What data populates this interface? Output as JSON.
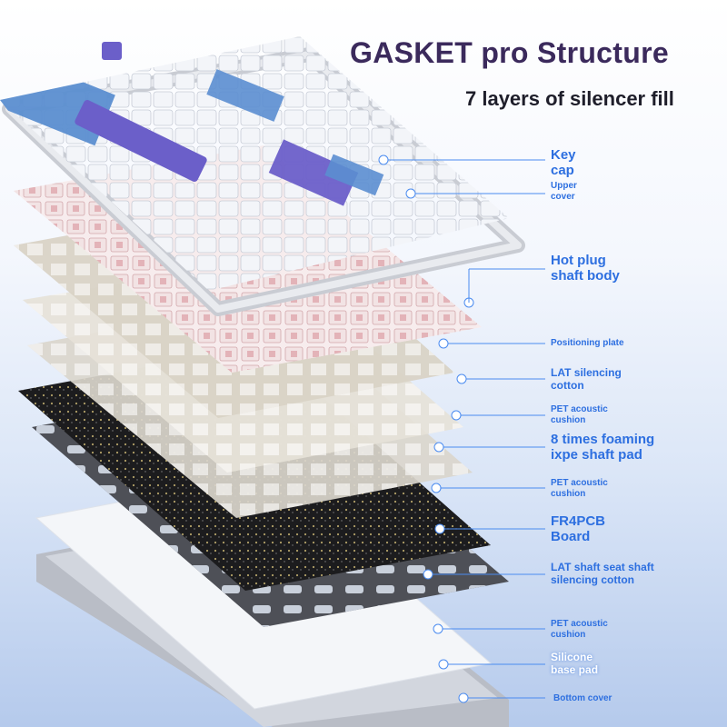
{
  "title": "GASKET pro Structure",
  "subtitle": "7 layers of silencer fill",
  "callouts": [
    {
      "line1": "Key",
      "line2": "cap"
    },
    {
      "line1": "Upper",
      "line2": "cover"
    },
    {
      "line1": "Hot plug",
      "line2": "shaft body"
    },
    {
      "line1": "Positioning plate",
      "line2": ""
    },
    {
      "line1": "LAT silencing",
      "line2": "cotton"
    },
    {
      "line1": "PET acoustic",
      "line2": "cushion"
    },
    {
      "line1": "8 times foaming",
      "line2": "ixpe shaft pad"
    },
    {
      "line1": "PET acoustic",
      "line2": "cushion"
    },
    {
      "line1": "FR4PCB",
      "line2": "Board"
    },
    {
      "line1": "LAT shaft seat shaft",
      "line2": "silencing cotton"
    },
    {
      "line1": "PET acoustic",
      "line2": "cushion"
    },
    {
      "line1": "Silicone",
      "line2": "base pad"
    },
    {
      "line1": "Bottom cover",
      "line2": ""
    }
  ],
  "colors": {
    "title": "#3b2a5c",
    "callout_text": "#2d6fe0",
    "keycap_blue": "#5b8ed0",
    "keycap_purple": "#6b5fc9",
    "keycap_white": "#eef1f6",
    "switch_pink": "#e8c3c6",
    "plate_beige": "#d9d3c6",
    "pcb_black": "#1c1c1e",
    "case_grey": "#b9bdc6"
  }
}
